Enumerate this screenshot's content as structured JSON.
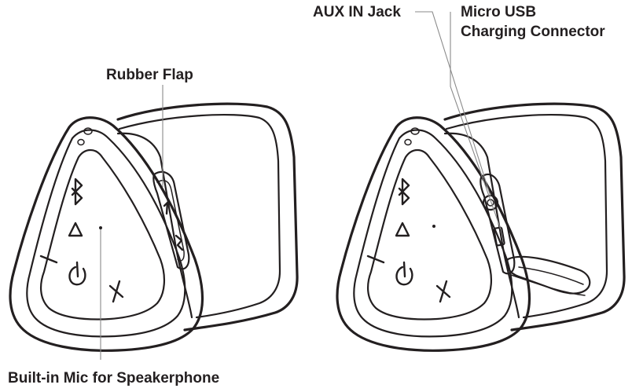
{
  "labels": {
    "rubber_flap": "Rubber Flap",
    "built_in_mic": "Built-in Mic for Speakerphone",
    "aux_in_jack": "AUX IN Jack",
    "micro_usb_line1": "Micro USB",
    "micro_usb_line2": "Charging Connector"
  },
  "icons": {
    "bluetooth": "bluetooth-icon",
    "play_pause": "play-pause-icon",
    "volume_down": "minus-icon",
    "power": "power-icon",
    "volume_up": "plus-icon",
    "usb_cable": "usb-cable-icon"
  },
  "colors": {
    "ink": "#231f20",
    "leader": "#8a8a8a",
    "background": "#ffffff"
  }
}
